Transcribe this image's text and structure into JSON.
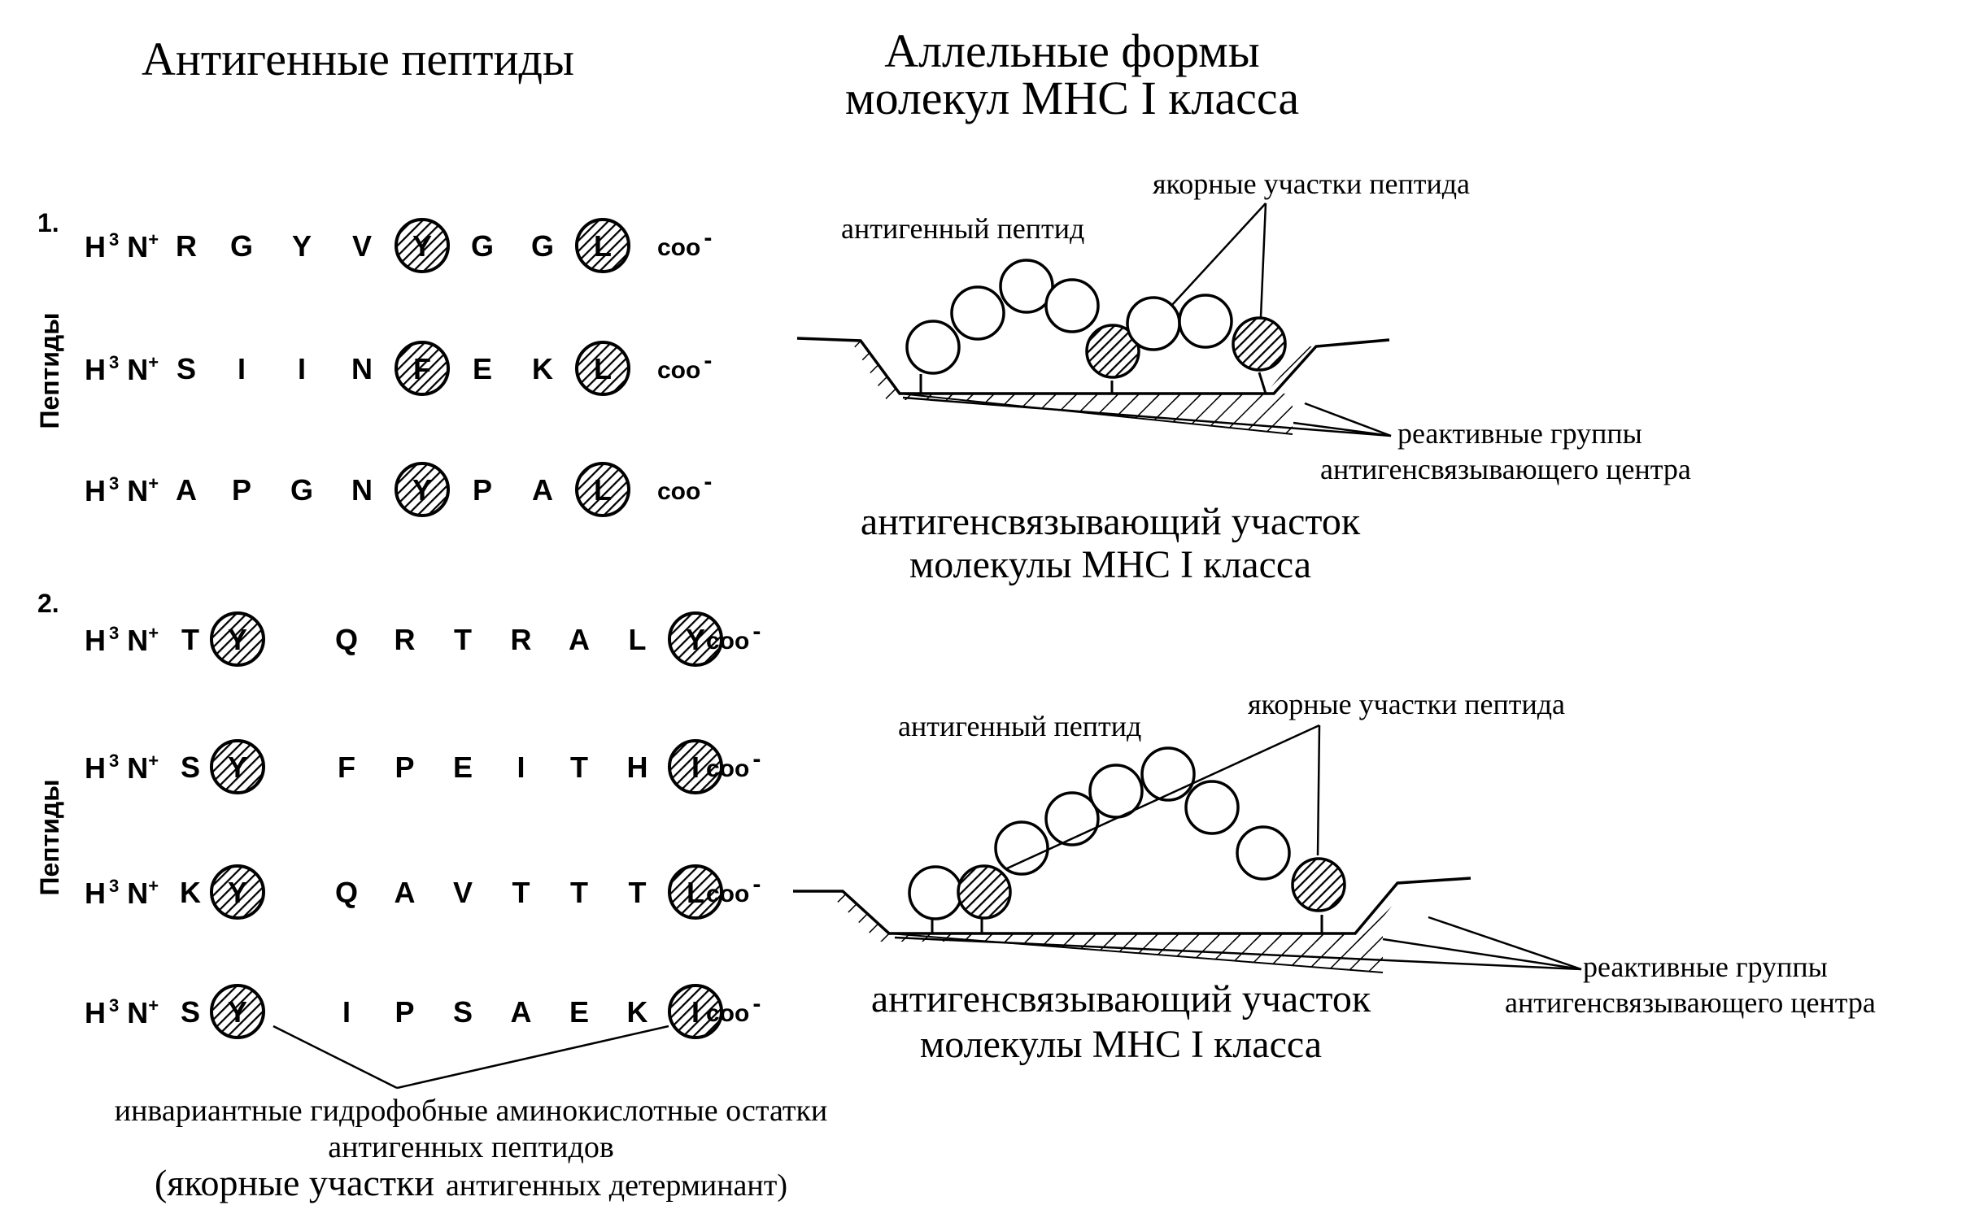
{
  "left_title": "Антигенные пептиды",
  "right_title": [
    "Аллельные формы",
    "молекул МНС I класса"
  ],
  "groups": [
    {
      "number": "1.",
      "side_label": "Пептиды",
      "peptides": [
        {
          "prefix": "H",
          "sup": "3",
          "mid": "N",
          "sup2": "+",
          "residues": [
            "R",
            "G",
            "Y",
            "V",
            "Y",
            "G",
            "G",
            "L"
          ],
          "anchors": [
            4,
            7
          ],
          "suffix": "coo",
          "charge": "-"
        },
        {
          "prefix": "H",
          "sup": "3",
          "mid": "N",
          "sup2": "+",
          "residues": [
            "S",
            "I",
            "I",
            "N",
            "F",
            "E",
            "K",
            "L"
          ],
          "anchors": [
            4,
            7
          ],
          "suffix": "coo",
          "charge": "-"
        },
        {
          "prefix": "H",
          "sup": "3",
          "mid": "N",
          "sup2": "+",
          "residues": [
            "A",
            "P",
            "G",
            "N",
            "Y",
            "P",
            "A",
            "L"
          ],
          "anchors": [
            4,
            7
          ],
          "suffix": "coo",
          "charge": "-"
        }
      ]
    },
    {
      "number": "2.",
      "side_label": "Пептиды",
      "peptides": [
        {
          "prefix": "H",
          "sup": "3",
          "mid": "N",
          "sup2": "+",
          "residues": [
            "T",
            "Y",
            "Q",
            "R",
            "T",
            "R",
            "A",
            "L",
            "Y"
          ],
          "anchors": [
            1,
            8
          ],
          "suffix": "coo",
          "charge": "-"
        },
        {
          "prefix": "H",
          "sup": "3",
          "mid": "N",
          "sup2": "+",
          "residues": [
            "S",
            "Y",
            "F",
            "P",
            "E",
            "I",
            "T",
            "H",
            "I"
          ],
          "anchors": [
            1,
            8
          ],
          "suffix": "coo",
          "charge": "-"
        },
        {
          "prefix": "H",
          "sup": "3",
          "mid": "N",
          "sup2": "+",
          "residues": [
            "K",
            "Y",
            "Q",
            "A",
            "V",
            "T",
            "T",
            "T",
            "L"
          ],
          "anchors": [
            1,
            8
          ],
          "suffix": "coo",
          "charge": "-"
        },
        {
          "prefix": "H",
          "sup": "3",
          "mid": "N",
          "sup2": "+",
          "residues": [
            "S",
            "Y",
            "I",
            "P",
            "S",
            "A",
            "E",
            "K",
            "I"
          ],
          "anchors": [
            1,
            8
          ],
          "suffix": "coo",
          "charge": "-"
        }
      ]
    }
  ],
  "bottom_note": [
    "инвариантные гидрофобные аминокислотные остатки",
    "антигенных пептидов"
  ],
  "bottom_note_paren": {
    "big": "(якорные участки",
    "small": "антигенных детерминант)"
  },
  "pocket_top": {
    "anchor_label": "якорные участки пептида",
    "peptide_label": "антигенный пептид",
    "reactive_label": [
      "реактивные группы",
      "антигенсвязывающего центра"
    ],
    "caption": [
      "антигенсвязывающий участок",
      "молекулы МНС I класса"
    ]
  },
  "pocket_bottom": {
    "anchor_label": "якорные участки пептида",
    "peptide_label": "антигенный пептид",
    "reactive_label": [
      "реактивные группы",
      "антигенсвязывающего центра"
    ],
    "caption": [
      "антигенсвязывающий участок",
      "молекулы МНС I класса"
    ]
  },
  "colors": {
    "ink": "#000000",
    "paper": "#ffffff"
  }
}
